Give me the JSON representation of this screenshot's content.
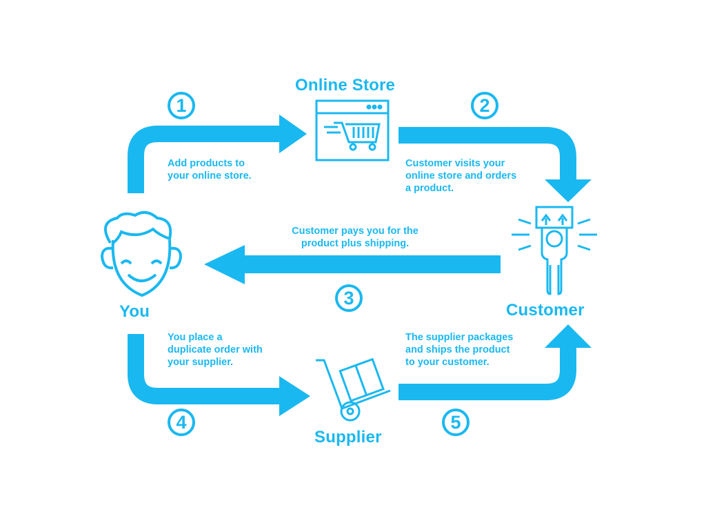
{
  "colors": {
    "accent": "#1ab8f0",
    "background": "#ffffff"
  },
  "nodes": {
    "online_store": "Online Store",
    "customer": "Customer",
    "you": "You",
    "supplier": "Supplier"
  },
  "steps": [
    {
      "number": "1",
      "text_lines": [
        "Add products to",
        "your online store."
      ]
    },
    {
      "number": "2",
      "text_lines": [
        "Customer visits your",
        "online store and orders",
        "a product."
      ]
    },
    {
      "number": "3",
      "text_lines": [
        "Customer pays you for the",
        "product plus shipping."
      ]
    },
    {
      "number": "4",
      "text_lines": [
        "You place a",
        "duplicate order with",
        "your supplier."
      ]
    },
    {
      "number": "5",
      "text_lines": [
        "The supplier packages",
        "and ships the product",
        "to your customer."
      ]
    }
  ],
  "icons": {
    "online_store": "shopping-cart-browser-icon",
    "customer": "customer-holding-box-icon",
    "you": "smiling-face-icon",
    "supplier": "hand-truck-boxes-icon"
  }
}
